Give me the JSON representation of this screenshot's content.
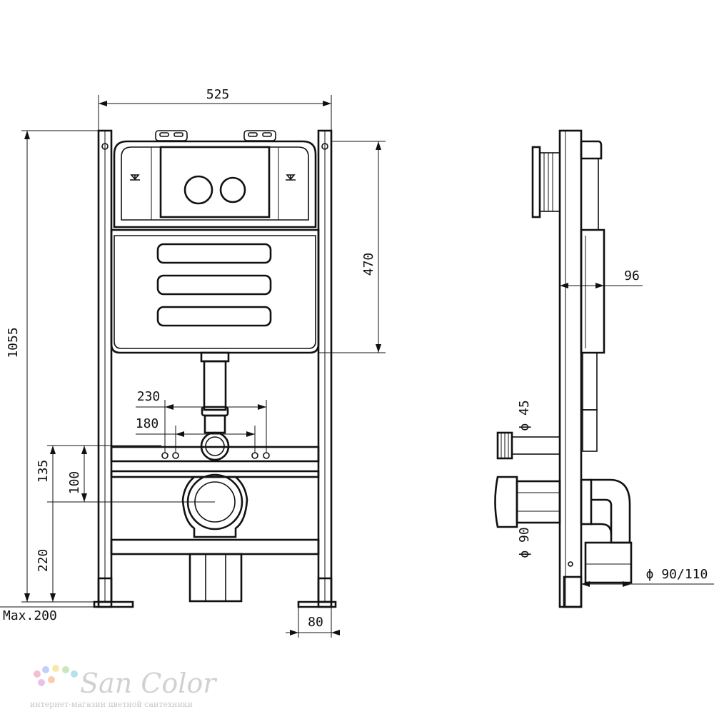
{
  "diagram": {
    "dimensions": {
      "width": "525",
      "height": "1055",
      "tank_height": "470",
      "depth": "96",
      "inlet_spacing_outer": "230",
      "inlet_spacing_inner": "180",
      "inlet_height": "135",
      "outlet_offset": "100",
      "outlet_height": "220",
      "max_foot": "Max.200",
      "foot_width": "80",
      "inlet_diameter": "ϕ 45",
      "outlet_diameter": "ϕ 90",
      "drain_diameter": "ϕ 90/110"
    }
  },
  "watermark": {
    "brand": "San Color",
    "tagline": "интернет-магазин цветной сантехники",
    "dot_colors": [
      "#f3b3c8",
      "#b9c8f0",
      "#f6e39a",
      "#bfe3b0",
      "#e4b8e8",
      "#f7c6a3",
      "#a9dbe9"
    ]
  }
}
